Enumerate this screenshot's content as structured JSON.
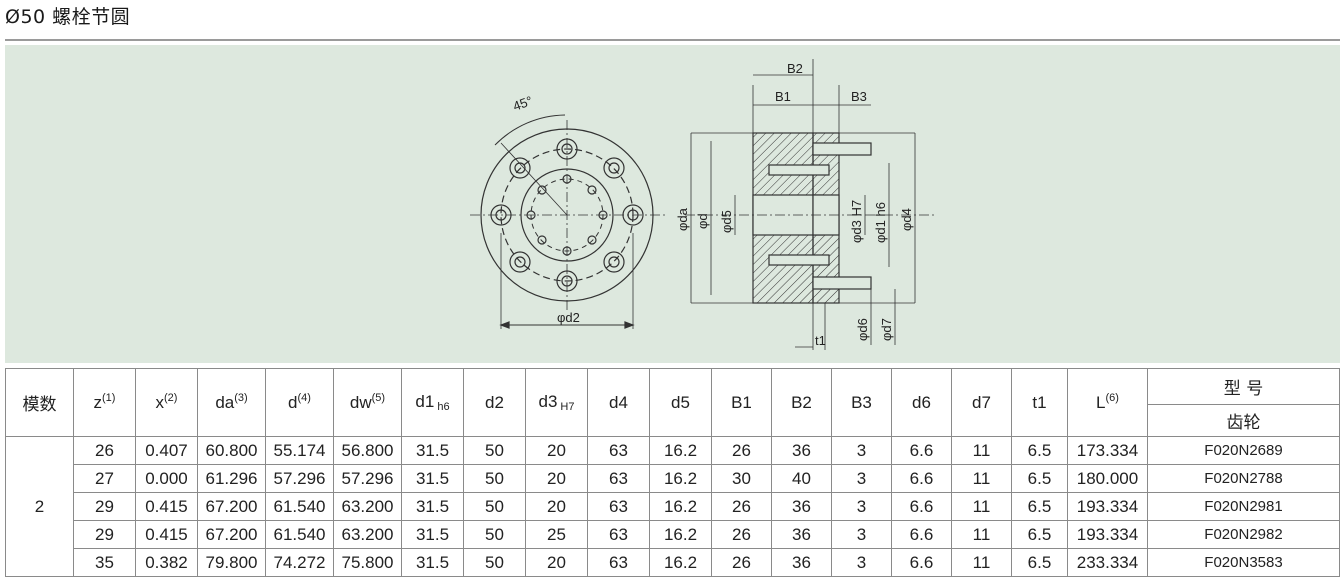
{
  "page": {
    "title": "Ø50 螺栓节圆"
  },
  "drawing": {
    "labels": {
      "angle": "45°",
      "d2": "φd2",
      "da": "φda",
      "d": "φd",
      "d5": "φd5",
      "d3": "φd3 H7",
      "d1": "φd1 h6",
      "d4": "φd4",
      "d6": "φd6",
      "d7": "φd7",
      "B1": "B1",
      "B2": "B2",
      "B3": "B3",
      "t1": "t1"
    }
  },
  "table": {
    "headers": {
      "module": "模数",
      "z": "z",
      "z_note": "(1)",
      "x": "x",
      "x_note": "(2)",
      "da": "da",
      "da_note": "(3)",
      "d": "d",
      "d_note": "(4)",
      "dw": "dw",
      "dw_note": "(5)",
      "d1": "d1",
      "d1_tol": "h6",
      "d2": "d2",
      "d3": "d3",
      "d3_tol": "H7",
      "d4": "d4",
      "d5": "d5",
      "B1": "B1",
      "B2": "B2",
      "B3": "B3",
      "d6": "d6",
      "d7": "d7",
      "t1": "t1",
      "L": "L",
      "L_note": "(6)",
      "model": "型 号",
      "gear": "齿轮"
    },
    "module_value": "2",
    "rows": [
      {
        "z": "26",
        "x": "0.407",
        "da": "60.800",
        "d": "55.174",
        "dw": "56.800",
        "d1": "31.5",
        "d2": "50",
        "d3": "20",
        "d4": "63",
        "d5": "16.2",
        "B1": "26",
        "B2": "36",
        "B3": "3",
        "d6": "6.6",
        "d7": "11",
        "t1": "6.5",
        "L": "173.334",
        "part": "F020N2689"
      },
      {
        "z": "27",
        "x": "0.000",
        "da": "61.296",
        "d": "57.296",
        "dw": "57.296",
        "d1": "31.5",
        "d2": "50",
        "d3": "20",
        "d4": "63",
        "d5": "16.2",
        "B1": "30",
        "B2": "40",
        "B3": "3",
        "d6": "6.6",
        "d7": "11",
        "t1": "6.5",
        "L": "180.000",
        "part": "F020N2788"
      },
      {
        "z": "29",
        "x": "0.415",
        "da": "67.200",
        "d": "61.540",
        "dw": "63.200",
        "d1": "31.5",
        "d2": "50",
        "d3": "20",
        "d4": "63",
        "d5": "16.2",
        "B1": "26",
        "B2": "36",
        "B3": "3",
        "d6": "6.6",
        "d7": "11",
        "t1": "6.5",
        "L": "193.334",
        "part": "F020N2981"
      },
      {
        "z": "29",
        "x": "0.415",
        "da": "67.200",
        "d": "61.540",
        "dw": "63.200",
        "d1": "31.5",
        "d2": "50",
        "d3": "25",
        "d4": "63",
        "d5": "16.2",
        "B1": "26",
        "B2": "36",
        "B3": "3",
        "d6": "6.6",
        "d7": "11",
        "t1": "6.5",
        "L": "193.334",
        "part": "F020N2982"
      },
      {
        "z": "35",
        "x": "0.382",
        "da": "79.800",
        "d": "74.272",
        "dw": "75.800",
        "d1": "31.5",
        "d2": "50",
        "d3": "20",
        "d4": "63",
        "d5": "16.2",
        "B1": "26",
        "B2": "36",
        "B3": "3",
        "d6": "6.6",
        "d7": "11",
        "t1": "6.5",
        "L": "233.334",
        "part": "F020N3583"
      }
    ]
  }
}
